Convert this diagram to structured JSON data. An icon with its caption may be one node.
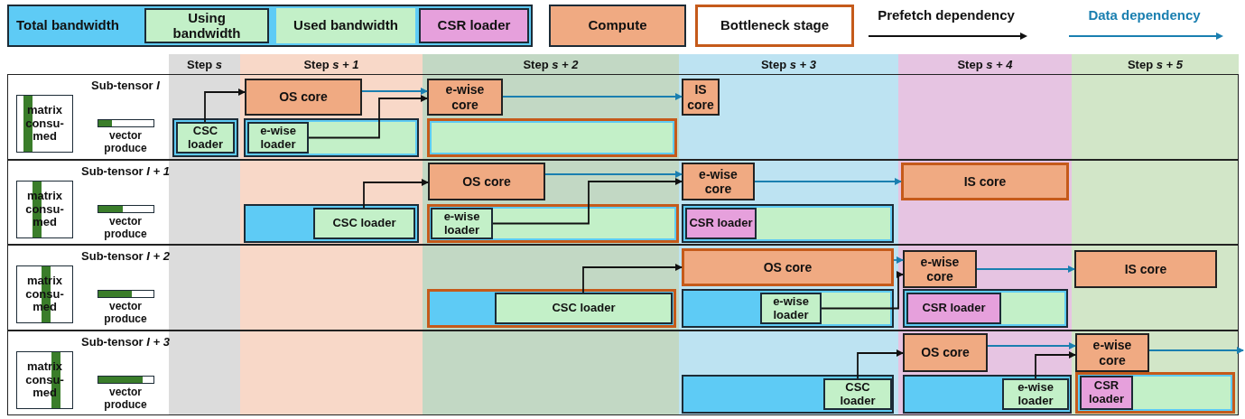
{
  "diagram": {
    "nodes": [
      {
        "text": [
          "Sub-tensor *I*"
        ]
      },
      {
        "text": [
          "matrix consu- med"
        ],
        "in": 0
      },
      {
        "text": [
          "OS core"
        ],
        "in": 0
      },
      {
        "text": [
          "e-wise core"
        ],
        "in": 0
      },
      {
        "text": [
          "IS core"
        ],
        "in": 0
      },
      {
        "text": [],
        "shape": "box",
        "in": 0
      },
      {
        "text": [
          "CSC loader"
        ],
        "in": 5
      },
      {
        "text": [],
        "shape": "box",
        "in": 0
      },
      {
        "text": [
          "e-wise loader"
        ],
        "in": 7
      },
      {
        "text": [],
        "shape": "box",
        "in": 0
      },
      {
        "text": [
          "Sub-tensor *I + 1*"
        ]
      },
      {
        "text": [
          "matrix consu- med"
        ],
        "in": 10
      },
      {
        "text": [
          "OS core"
        ],
        "in": 10
      },
      {
        "text": [
          "e-wise core"
        ],
        "in": 10
      },
      {
        "text": [
          "IS core"
        ],
        "in": 10
      },
      {
        "text": [],
        "shape": "box",
        "in": 10
      },
      {
        "text": [
          "CSC loader"
        ],
        "in": 15
      },
      {
        "text": [],
        "shape": "box",
        "in": 10
      },
      {
        "text": [
          "e-wise loader"
        ],
        "in": 17
      },
      {
        "text": [],
        "shape": "box",
        "in": 10
      },
      {
        "text": [
          "CSR loader"
        ],
        "in": 19
      },
      {
        "text": [
          "Sub-tensor *I + 2*"
        ]
      },
      {
        "text": [
          "matrix consu- med"
        ],
        "in": 21
      },
      {
        "text": [
          "OS core"
        ],
        "in": 21
      },
      {
        "text": [
          "e-wise core"
        ],
        "in": 21
      },
      {
        "text": [
          "IS core"
        ],
        "in": 21
      },
      {
        "text": [],
        "shape": "box",
        "in": 21
      },
      {
        "text": [
          "CSC loader"
        ],
        "in": 26
      },
      {
        "text": [],
        "shape": "box",
        "in": 21
      },
      {
        "text": [
          "e-wise loader"
        ],
        "in": 28
      },
      {
        "text": [],
        "shape": "box",
        "in": 21
      },
      {
        "text": [
          "CSR loader"
        ],
        "in": 30
      },
      {
        "text": [
          "Sub-tensor *I + 3*"
        ]
      },
      {
        "text": [
          "matrix consu- med"
        ],
        "in": 32
      },
      {
        "text": [
          "OS core"
        ],
        "in": 32
      },
      {
        "text": [
          "e-wise core"
        ],
        "in": 32
      },
      {
        "text": [],
        "shape": "box",
        "in": 32
      },
      {
        "text": [
          "CSC loader"
        ],
        "in": 36
      },
      {
        "text": [],
        "shape": "box",
        "in": 32
      },
      {
        "text": [
          "e-wise loader"
        ],
        "in": 38
      },
      {
        "text": [],
        "shape": "box",
        "in": 32
      },
      {
        "text": [
          "CSR loader"
        ],
        "in": 40
      }
    ],
    "edges": [
      {
        "from": 6,
        "to": 2,
        "arrow": "to"
      },
      {
        "from": 2,
        "to": 3,
        "arrow": "to",
        "color": "#1a7fb0"
      },
      {
        "from": 8,
        "to": 3,
        "arrow": "to"
      },
      {
        "from": 3,
        "to": 4,
        "arrow": "to",
        "color": "#1a7fb0"
      },
      {
        "from": 16,
        "to": 12,
        "arrow": "to"
      },
      {
        "from": 12,
        "to": 13,
        "arrow": "to",
        "color": "#1a7fb0"
      },
      {
        "from": 18,
        "to": 13,
        "arrow": "to"
      },
      {
        "from": 13,
        "to": 14,
        "arrow": "to",
        "color": "#1a7fb0"
      },
      {
        "from": 27,
        "to": 23,
        "arrow": "to"
      },
      {
        "from": 23,
        "to": 24,
        "arrow": "to",
        "color": "#1a7fb0"
      },
      {
        "from": 29,
        "to": 24,
        "arrow": "to"
      },
      {
        "from": 24,
        "to": 25,
        "arrow": "to",
        "color": "#1a7fb0"
      },
      {
        "from": 37,
        "to": 34,
        "arrow": "to"
      },
      {
        "from": 34,
        "to": 35,
        "arrow": "to",
        "color": "#1a7fb0"
      },
      {
        "from": 39,
        "to": 35,
        "arrow": "to"
      },
      {
        "from": 35,
        "to": null,
        "arrow": "to",
        "color": "#1a7fb0"
      }
    ],
    "labels": [
      "Step *s*",
      "Step *s + 1*",
      "Step *s + 2*",
      "Step *s + 3*",
      "Step *s + 4*",
      "Step *s + 5*",
      "vector produce",
      "vector produce",
      "vector produce",
      "vector produce"
    ],
    "legend": [
      {
        "text": "Total bandwidth",
        "color": "#5ecbf5"
      },
      {
        "text": "Using bandwidth",
        "color": "#c3f0c8"
      },
      {
        "text": "Used bandwidth",
        "color": "#c3f0c8"
      },
      {
        "text": "CSR loader",
        "color": "#e6a0dc"
      },
      {
        "text": "Compute",
        "color": "#f0aa82"
      },
      {
        "text": "Bottleneck stage"
      },
      {
        "text": "Prefetch dependency"
      },
      {
        "text": "Data dependency"
      }
    ]
  }
}
